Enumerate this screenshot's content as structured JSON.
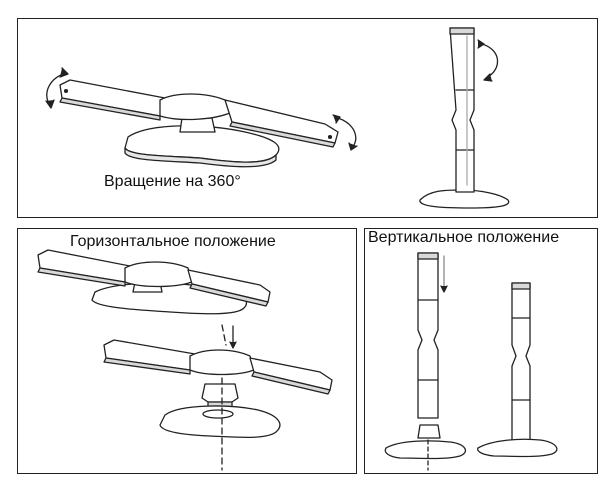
{
  "labels": {
    "rotation": "Вращение на 360°",
    "horizontal": "Горизонтальное положение",
    "vertical": "Вертикальное положение"
  },
  "colors": {
    "line": "#222222",
    "fill": "#ffffff",
    "shade": "#d9d9d9"
  }
}
